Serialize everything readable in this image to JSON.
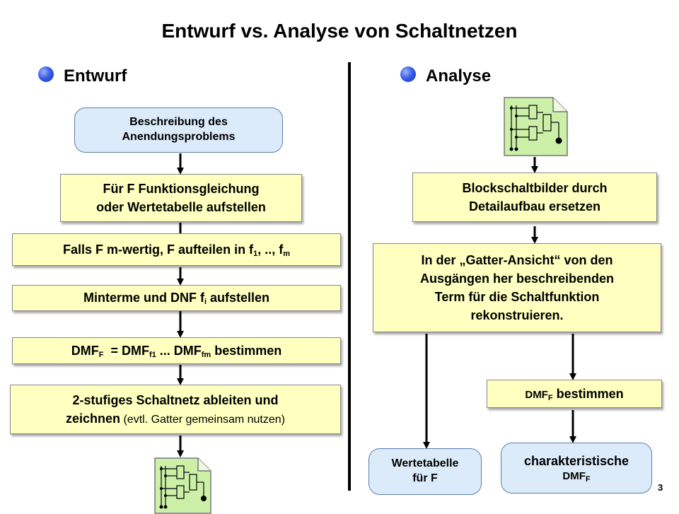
{
  "title": "Entwurf vs. Analyse von Schaltnetzen",
  "left": {
    "heading": "Entwurf",
    "start": {
      "line1": "Beschreibung des",
      "line2": "Anendungsproblems"
    },
    "steps": {
      "s1": {
        "line1": "Für F Funktionsgleichung",
        "line2": "oder Wertetabelle aufstellen"
      },
      "s2": {
        "pre": "Falls F m-wertig, F aufteilen in f",
        "sub1": "1",
        "mid": ", .., f",
        "sub2": "m"
      },
      "s3": {
        "pre": "Minterme und DNF f",
        "sub": "i",
        "post": " aufstellen"
      },
      "s4": {
        "a": "DMF",
        "sub_a": "F",
        "b": "  = DMF",
        "sub_b": "f1",
        "c": " ... DMF",
        "sub_c": "fm",
        "d": " bestimmen"
      },
      "s5": {
        "line1": "2-stufiges Schaltnetz ableiten und",
        "line2_bold": "zeichnen",
        "line2_light": " (evtl. Gatter gemeinsam nutzen)"
      }
    }
  },
  "right": {
    "heading": "Analyse",
    "steps": {
      "r1": {
        "line1": "Blockschaltbilder durch",
        "line2": "Detailaufbau ersetzen"
      },
      "r2": {
        "line1": "In der „Gatter-Ansicht“ von den",
        "line2": "Ausgängen her beschreibenden",
        "line3": "Term für die Schaltfunktion",
        "line4": "rekonstruieren."
      },
      "r3": {
        "a": "DMF",
        "sub": "F",
        "b": " bestimmen"
      }
    },
    "results": {
      "wertetabelle": {
        "line1": "Wertetabelle",
        "line2": "für F"
      },
      "charakteristisch": {
        "line1": "charakteristische",
        "line2": "DMF",
        "sub": "F"
      }
    }
  },
  "page_number": "3",
  "colors": {
    "step_fill": "#ffffc0",
    "start_fill": "#dcebfa",
    "doc_fill": "#ccf0a8",
    "bullet": "#3a5ee8"
  },
  "icons": [
    "circuit-document-icon"
  ]
}
